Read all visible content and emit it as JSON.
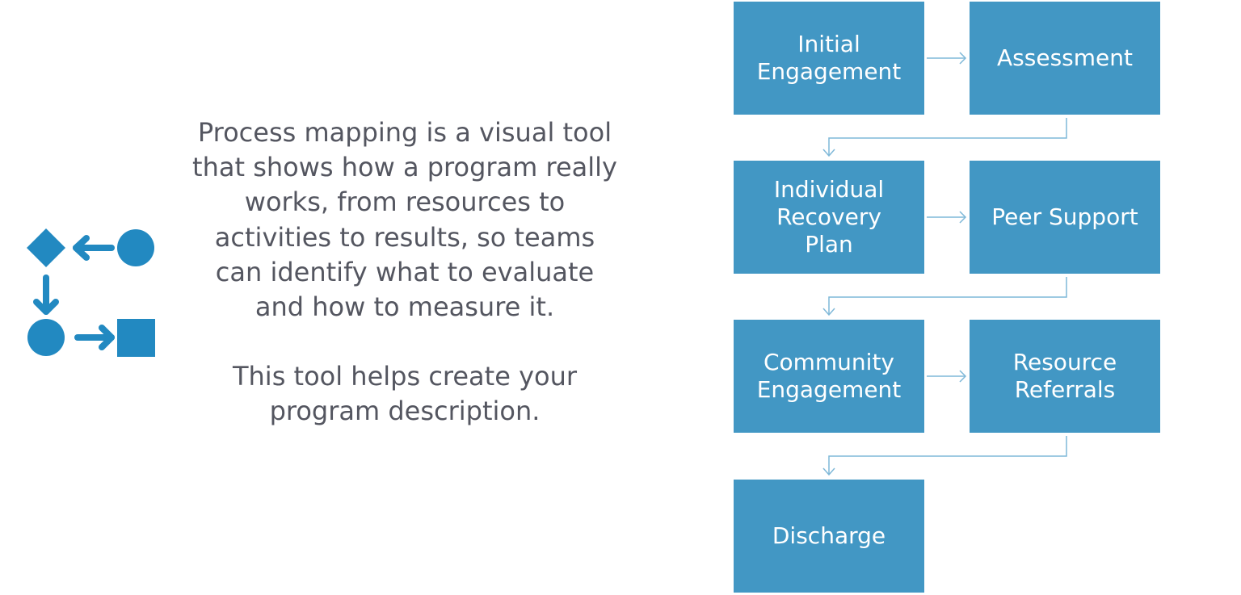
{
  "colors": {
    "box_fill": "#4297C4",
    "box_text": "#FFFFFF",
    "connector": "#7FB8D8",
    "icon": "#2289C1",
    "body_text": "#545660"
  },
  "icon": {
    "name": "process-map-icon",
    "shapes": [
      "diamond",
      "left-arrow",
      "circle",
      "down-arrow",
      "circle",
      "right-arrow",
      "square"
    ]
  },
  "description": {
    "paragraph1": "Process mapping is a visual tool that shows how a program really works, from resources to activities to results, so teams can identify what to evaluate and how to measure it.",
    "paragraph2": "This tool helps create your program description."
  },
  "process_steps": [
    {
      "label": "Initial\nEngagement"
    },
    {
      "label": "Assessment"
    },
    {
      "label": "Individual\nRecovery\nPlan"
    },
    {
      "label": "Peer Support"
    },
    {
      "label": "Community\nEngagement"
    },
    {
      "label": "Resource\nReferrals"
    },
    {
      "label": "Discharge"
    }
  ],
  "connections": [
    {
      "from": 0,
      "to": 1
    },
    {
      "from": 1,
      "to": 2
    },
    {
      "from": 2,
      "to": 3
    },
    {
      "from": 3,
      "to": 4
    },
    {
      "from": 4,
      "to": 5
    },
    {
      "from": 5,
      "to": 6
    }
  ]
}
